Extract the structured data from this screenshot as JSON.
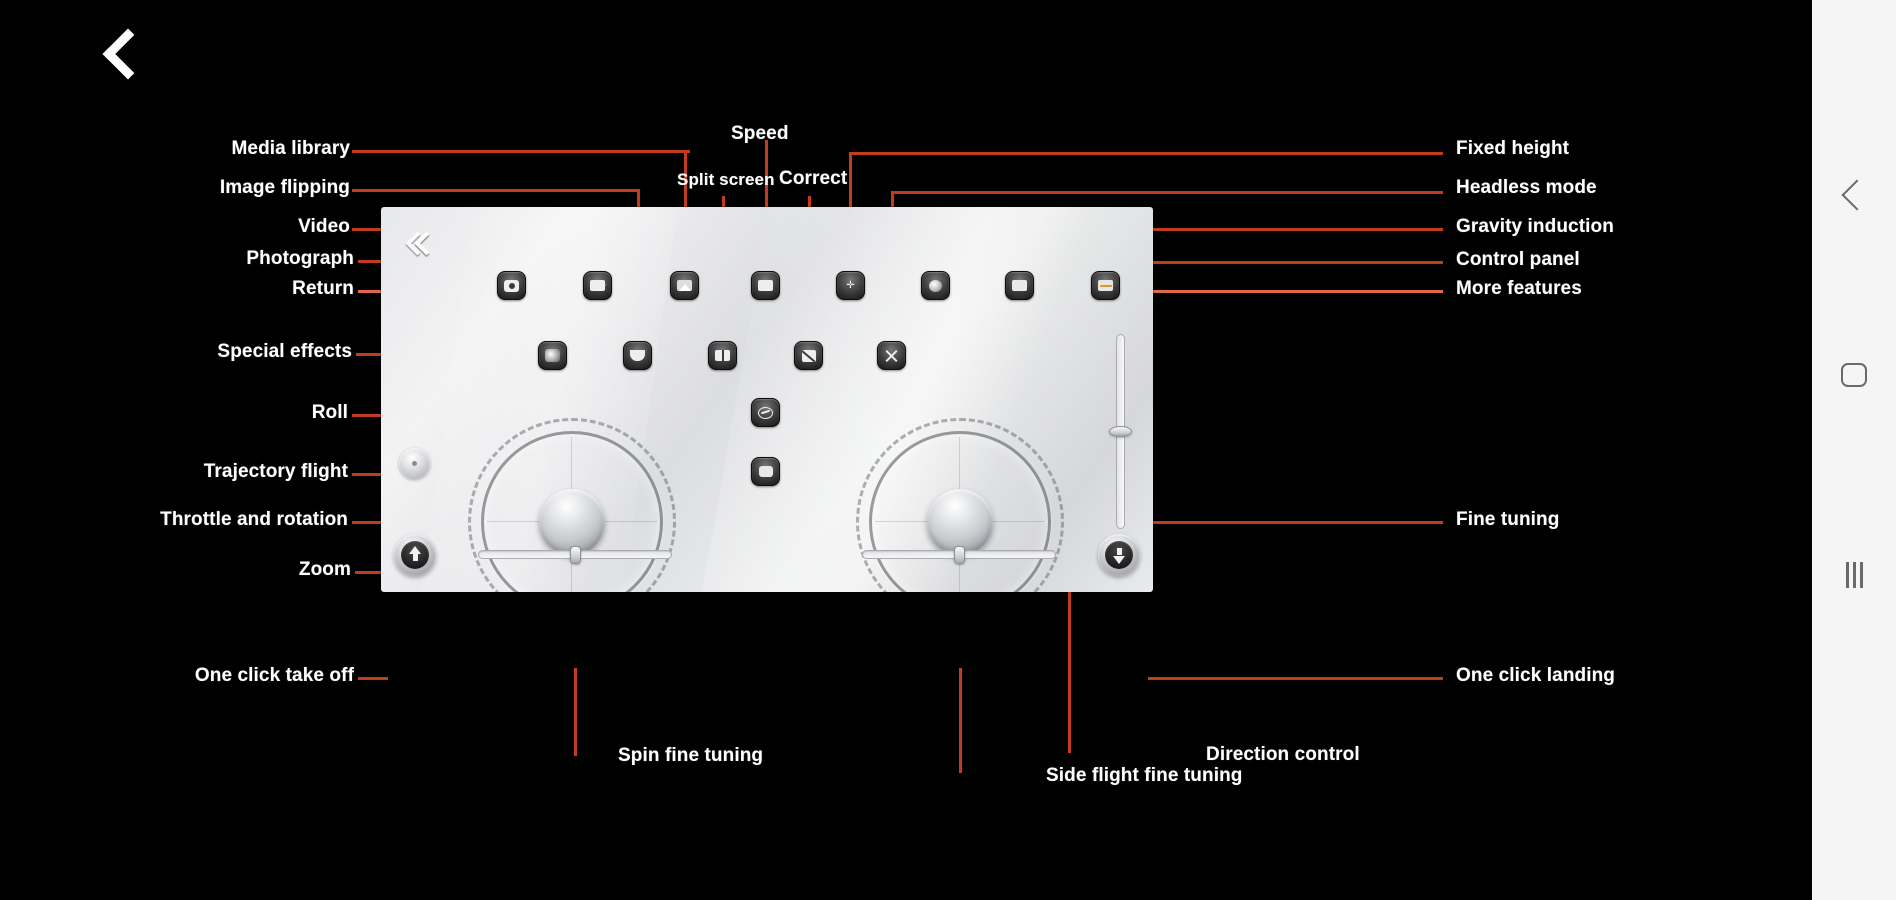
{
  "app": {
    "background_color": "#000000",
    "back_label": "back-chevron"
  },
  "nav_bar": {
    "background_color": "#f5f5f5",
    "items": [
      {
        "name": "back",
        "icon": "chevron-left-icon"
      },
      {
        "name": "home",
        "icon": "home-square-icon"
      },
      {
        "name": "recents",
        "icon": "recents-bars-icon"
      }
    ]
  },
  "panel": {
    "accent_color": "#c13c1c",
    "surface_color": "#e7e8ea",
    "back_button": "panel-back-chevron"
  },
  "annotations": {
    "left": [
      {
        "label": "Media library",
        "icon": "media-library-icon"
      },
      {
        "label": "Image flipping",
        "icon": "image-flip-icon"
      },
      {
        "label": "Video",
        "icon": "video-icon"
      },
      {
        "label": "Photograph",
        "icon": "camera-icon"
      },
      {
        "label": "Return",
        "icon": "return-chevron-icon"
      },
      {
        "label": "Special effects",
        "icon": "special-effects-icon"
      },
      {
        "label": "Roll",
        "icon": "roll-icon"
      },
      {
        "label": "Trajectory flight",
        "icon": "trajectory-flight-icon"
      },
      {
        "label": "Throttle and rotation",
        "icon": "left-joystick-icon"
      },
      {
        "label": "Zoom",
        "icon": "zoom-knob-icon"
      },
      {
        "label": "One click take off",
        "icon": "takeoff-icon"
      }
    ],
    "top": [
      {
        "label": "Speed",
        "icon": "speed-icon"
      },
      {
        "label": "Split screen",
        "icon": "split-screen-icon"
      },
      {
        "label": "Correct",
        "icon": "correct-icon"
      }
    ],
    "right": [
      {
        "label": "Fixed height",
        "icon": "fixed-height-icon"
      },
      {
        "label": "Headless mode",
        "icon": "headless-mode-icon"
      },
      {
        "label": "Gravity induction",
        "icon": "gravity-induction-icon"
      },
      {
        "label": "Control panel",
        "icon": "control-panel-icon"
      },
      {
        "label": "More features",
        "icon": "more-features-icon"
      },
      {
        "label": "Fine tuning",
        "icon": "vertical-trim-slider-icon"
      },
      {
        "label": "One click landing",
        "icon": "landing-icon"
      }
    ],
    "bottom": [
      {
        "label": "Spin fine tuning",
        "icon": "spin-trim-slider-icon"
      },
      {
        "label": "Side flight fine tuning",
        "icon": "side-trim-slider-icon"
      },
      {
        "label": "Direction control",
        "icon": "right-joystick-icon"
      }
    ]
  },
  "controls": {
    "left_joystick": {
      "name": "throttle-and-rotation-stick",
      "position": "center"
    },
    "right_joystick": {
      "name": "direction-control-stick",
      "position": "center"
    },
    "spin_trim": {
      "value": 50,
      "min": 0,
      "max": 100
    },
    "side_flight_trim": {
      "value": 50,
      "min": 0,
      "max": 100
    },
    "fine_tuning": {
      "value": 50,
      "min": 0,
      "max": 100
    },
    "zoom_knob": {
      "name": "zoom-knob"
    }
  }
}
